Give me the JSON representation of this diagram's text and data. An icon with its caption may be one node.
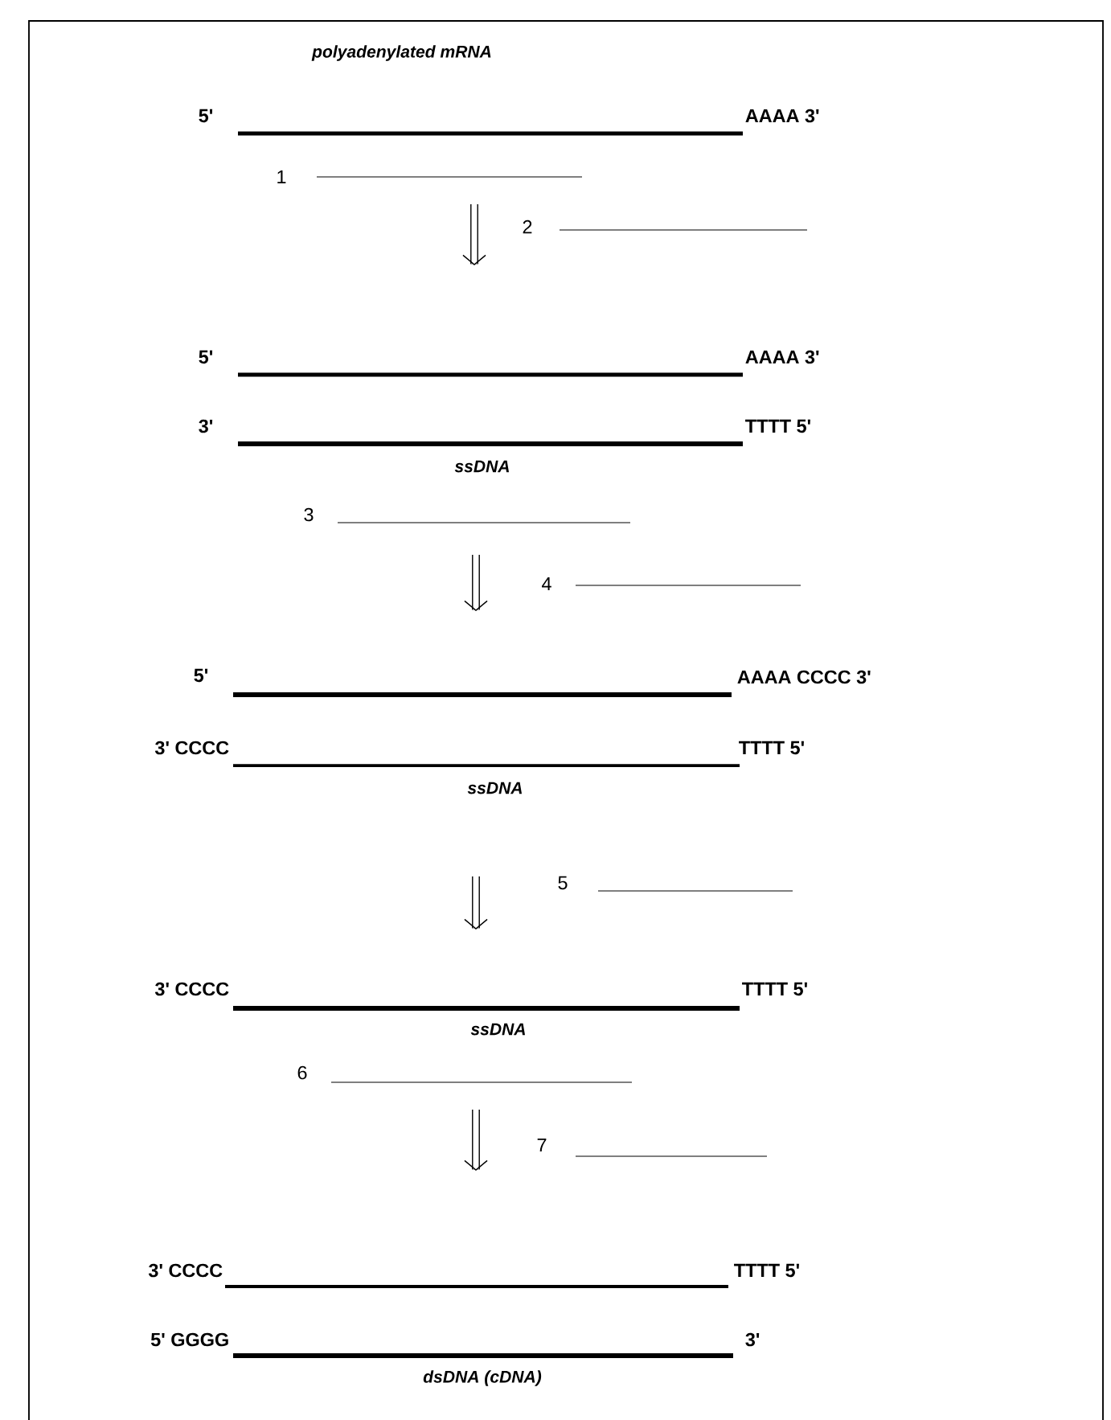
{
  "diagram": {
    "labels": [
      "polyadenylated mRNA",
      "5'",
      "AAAA 3'",
      "1",
      "2",
      "5'",
      "AAAA 3'",
      "3'",
      "TTTT 5'",
      "ssDNA",
      "3",
      "4",
      "5'",
      "AAAA CCCC 3'",
      "3' CCCC",
      "TTTT 5'",
      "ssDNA",
      "5",
      "3' CCCC",
      "TTTT 5'",
      "ssDNA",
      "6",
      "7",
      "3' CCCC",
      "TTTT 5'",
      "5' GGGG",
      "3'",
      "dsDNA (cDNA)"
    ]
  }
}
